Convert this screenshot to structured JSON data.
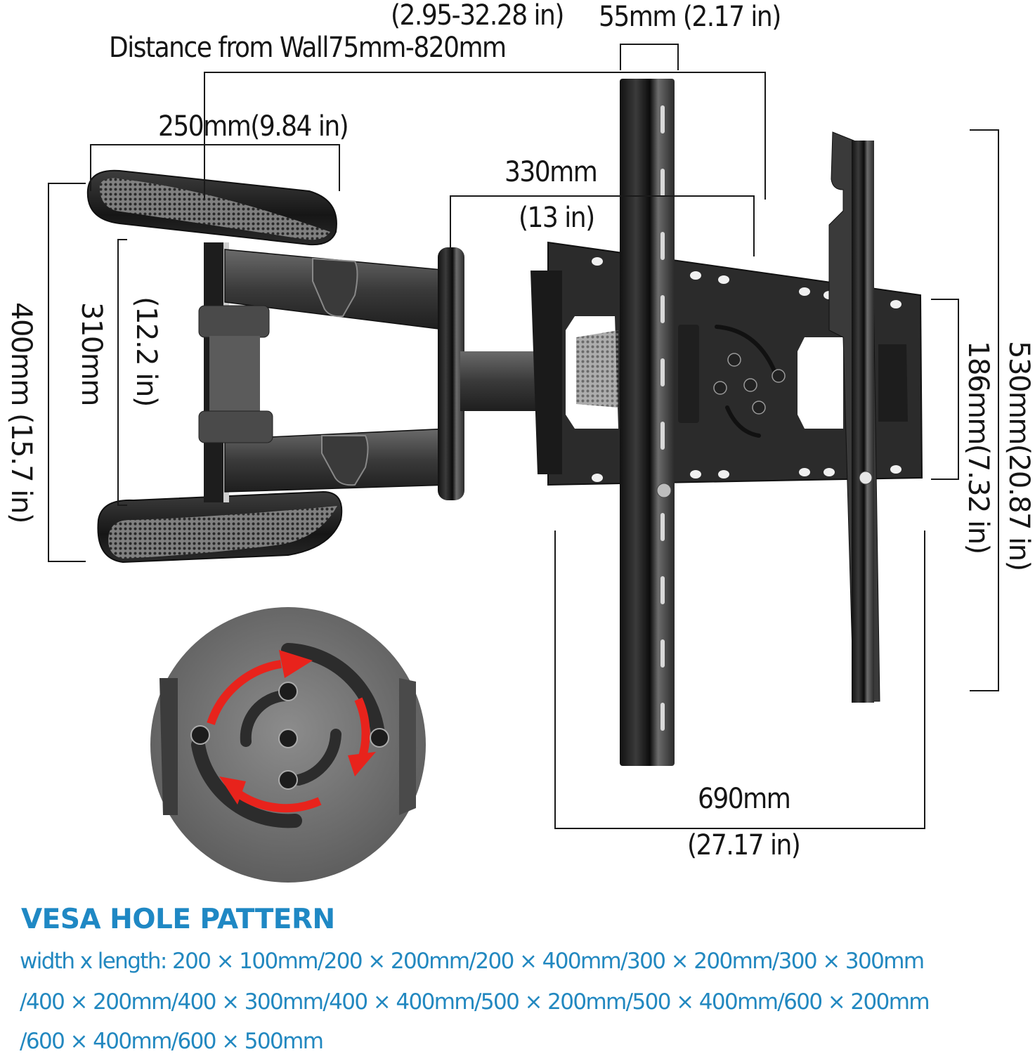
{
  "product": {
    "subject": "Full-motion articulating TV wall mount",
    "icons": {
      "wall_plate": "wall-plate-icon",
      "articulating_arms": "articulating-arms-icon",
      "tv_bracket": "tv-bracket-icon",
      "rotation_detail": "rotation-disc-icon"
    }
  },
  "dimensions": {
    "depth_range_in": "(2.95-32.28 in)",
    "rail_width": "55mm (2.17 in)",
    "distance_from_wall": "Distance from Wall75mm-820mm",
    "wall_plate_width": "250mm(9.84 in)",
    "arm_spacing_mm": "330mm",
    "arm_spacing_in": "(13 in)",
    "wall_plate_height": "400mm (15.7 in)",
    "inner_height_mm": "310mm",
    "inner_height_in": "(12.2 in)",
    "bracket_height": "530mm(20.87 in)",
    "plate_height": "186mm(7.32 in)",
    "bracket_width_mm": "690mm",
    "bracket_width_in": "(27.17 in)"
  },
  "vesa": {
    "title": "VESA HOLE PATTERN",
    "lines": [
      "width x length: 200 × 100mm/200 × 200mm/200 × 400mm/300 × 200mm/300 × 300mm",
      "/400 × 200mm/400 × 300mm/400 × 400mm/500 × 200mm/500 × 400mm/600 × 200mm",
      "/600 × 400mm/600 × 500mm"
    ]
  },
  "colors": {
    "accent_blue": "#1f88c4",
    "metal_dark": "#2a2a2a",
    "metal_mid": "#5c5c5c",
    "arrow_red": "#e8231c",
    "dimension_line": "#1a1a1a"
  }
}
